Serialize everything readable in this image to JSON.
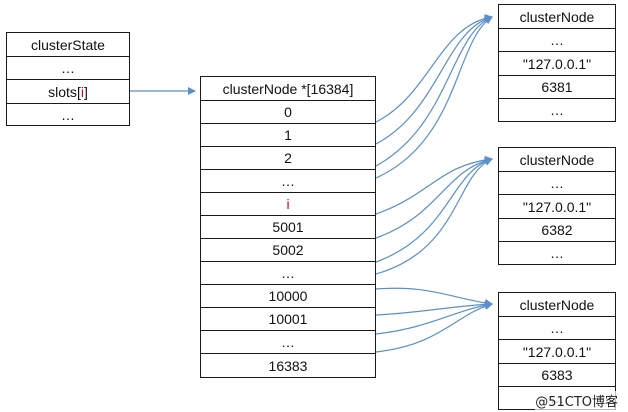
{
  "cluster_state": {
    "title": "clusterState",
    "rows": [
      "…",
      "slots",
      "…"
    ],
    "slots_index": "i",
    "slots_open": "[",
    "slots_close": "]"
  },
  "slot_array": {
    "title": "clusterNode *[16384]",
    "rows": [
      "0",
      "1",
      "2",
      "…",
      "i",
      "5001",
      "5002",
      "…",
      "10000",
      "10001",
      "…",
      "16383"
    ]
  },
  "nodes": [
    {
      "title": "clusterNode",
      "rows": [
        "…",
        "\"127.0.0.1\"",
        "6381",
        "…"
      ]
    },
    {
      "title": "clusterNode",
      "rows": [
        "…",
        "\"127.0.0.1\"",
        "6382",
        "…"
      ]
    },
    {
      "title": "clusterNode",
      "rows": [
        "…",
        "\"127.0.0.1\"",
        "6383",
        "…"
      ]
    }
  ],
  "watermark": "@51CTO博客",
  "colors": {
    "arrow": "#5b8fc9",
    "highlight": "#d0021b",
    "border": "#1a1a1a"
  }
}
